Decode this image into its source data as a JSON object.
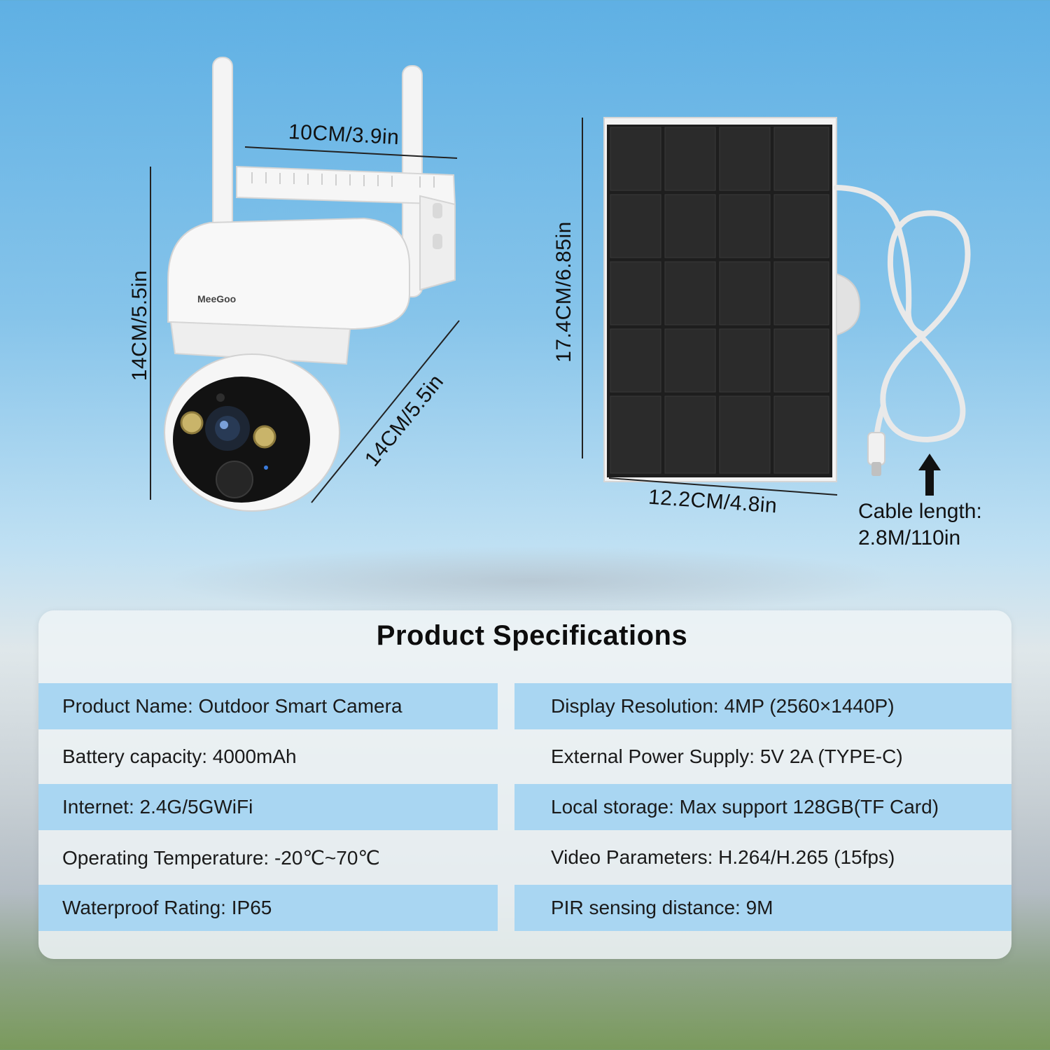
{
  "camera": {
    "brand": "MeeGoo",
    "dim_width": "10CM/3.9in",
    "dim_height": "14CM/5.5in",
    "dim_depth": "14CM/5.5in"
  },
  "solar_panel": {
    "dim_height": "17.4CM/6.85in",
    "dim_width": "12.2CM/4.8in",
    "cable_label_line1": "Cable length:",
    "cable_label_line2": "2.8M/110in"
  },
  "specs": {
    "title": "Product Specifications",
    "left": [
      "Product Name: Outdoor Smart Camera",
      "Battery capacity: 4000mAh",
      "Internet: 2.4G/5GWiFi",
      "Operating Temperature: -20℃~70℃",
      "Waterproof Rating: IP65"
    ],
    "right": [
      "Display Resolution: 4MP (2560×1440P)",
      "External Power Supply: 5V 2A (TYPE-C)",
      "Local storage: Max support 128GB(TF Card)",
      "Video Parameters: H.264/H.265 (15fps)",
      "PIR sensing distance: 9M"
    ]
  }
}
